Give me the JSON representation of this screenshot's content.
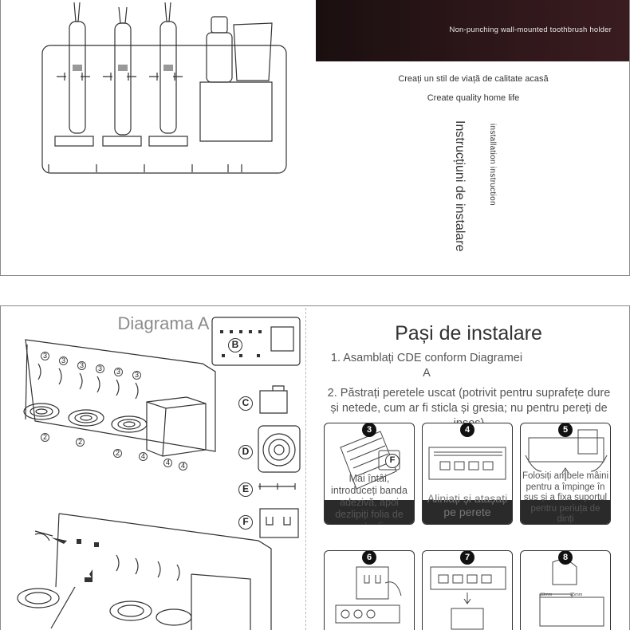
{
  "top": {
    "banner_text": "Non-punching wall-mounted toothbrush holder",
    "tagline_ro": "Creați un stil de viață de calitate acasă",
    "tagline_en": "Create quality home life",
    "vertical_en": "installation instruction",
    "vertical_ro": "Instrucțiuni de instalare"
  },
  "diagram": {
    "title": "Diagrama A",
    "parts": [
      "B",
      "C",
      "D",
      "E",
      "F"
    ],
    "callouts": [
      "3",
      "2",
      "4"
    ]
  },
  "steps": {
    "title": "Pași de instalare",
    "step1": "1. Asamblați CDE conform Diagramei A",
    "step2": "2. Păstrați peretele uscat (potrivit pentru suprafețe dure și netede, cum ar fi sticla și gresia; nu pentru pereți de ipsos)",
    "cards": [
      {
        "num": "3",
        "caption": "Mai întâi, introduceți banda adezivă, apoi dezlipiți folia de protecție",
        "badge": "F"
      },
      {
        "num": "4",
        "caption": "Aliniați și atașați pe perete"
      },
      {
        "num": "5",
        "caption": "Folosiți ambele mâini pentru a împinge în sus și a fixa suportul pentru periuța de dinți"
      },
      {
        "num": "6",
        "caption": ""
      },
      {
        "num": "7",
        "caption": ""
      },
      {
        "num": "8",
        "caption": "",
        "dims": [
          "18mm",
          "35mm"
        ]
      }
    ]
  }
}
